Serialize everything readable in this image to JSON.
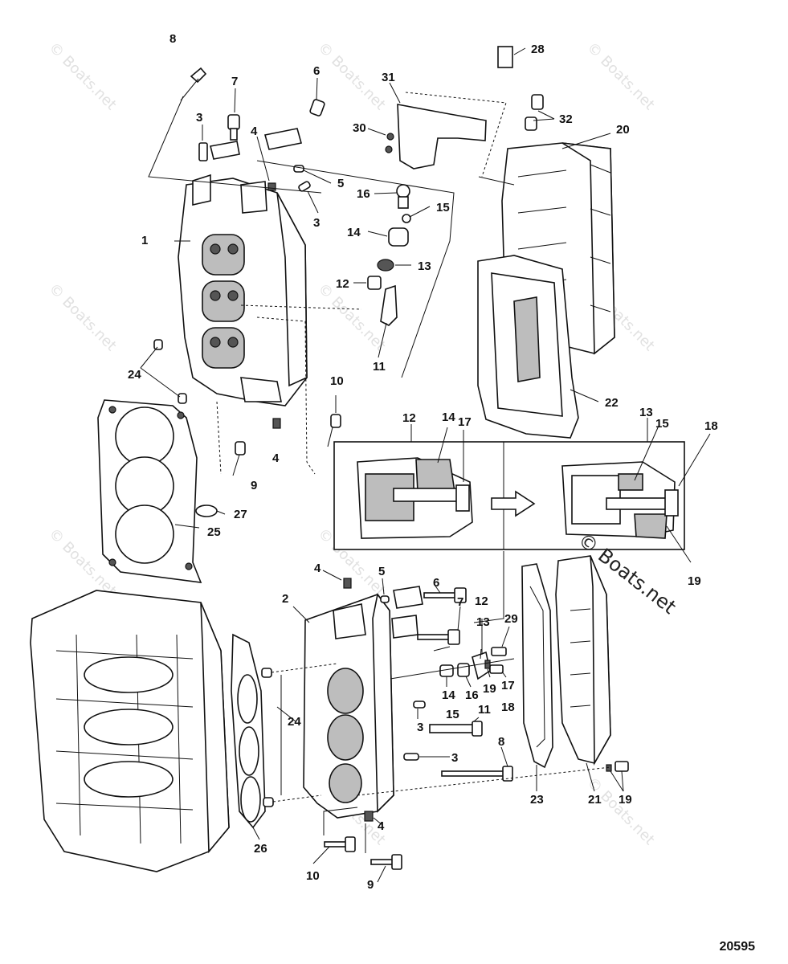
{
  "watermark": "© Boats.net",
  "reference_number": "20595",
  "callouts": [
    "1",
    "2",
    "3",
    "4",
    "5",
    "6",
    "7",
    "8",
    "9",
    "10",
    "11",
    "12",
    "13",
    "14",
    "15",
    "16",
    "17",
    "18",
    "19",
    "20",
    "21",
    "22",
    "23",
    "24",
    "25",
    "26",
    "27",
    "28",
    "29",
    "30",
    "31",
    "32"
  ]
}
